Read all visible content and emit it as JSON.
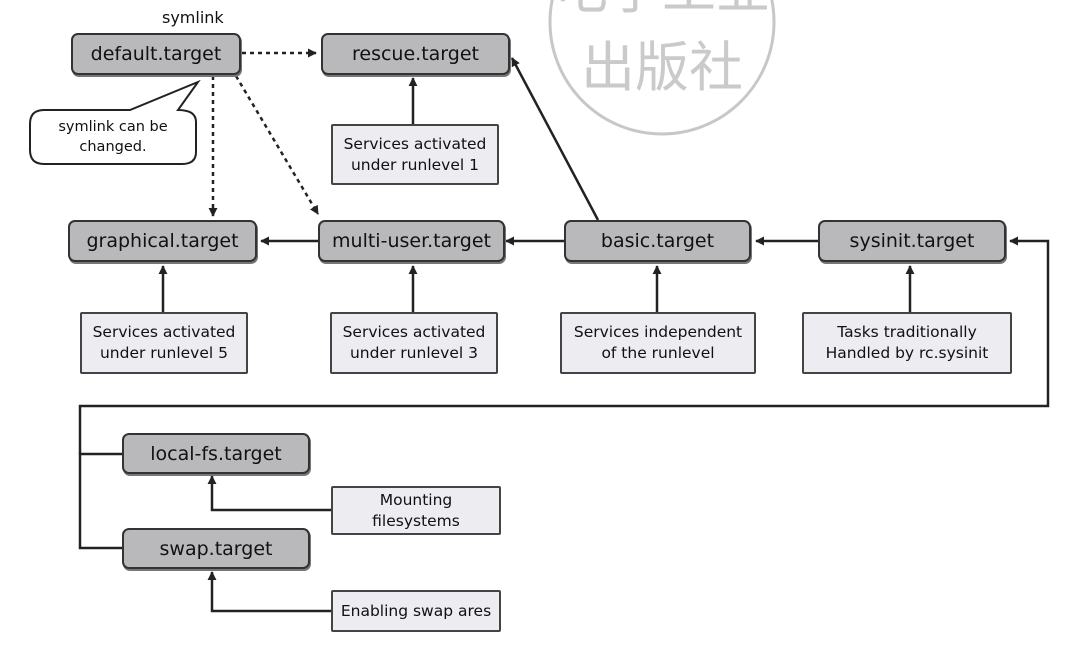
{
  "symlink_label": "symlink",
  "callout": "symlink can be\nchanged.",
  "watermark": "电子工业\n出版社",
  "targets": {
    "default": "default.target",
    "rescue": "rescue.target",
    "graphical": "graphical.target",
    "multi_user": "multi-user.target",
    "basic": "basic.target",
    "sysinit": "sysinit.target",
    "local_fs": "local-fs.target",
    "swap": "swap.target"
  },
  "descriptions": {
    "rescue": "Services activated\nunder runlevel 1",
    "graphical": "Services activated\nunder runlevel 5",
    "multi_user": "Services activated\nunder runlevel 3",
    "basic": "Services independent\nof the runlevel",
    "sysinit": "Tasks traditionally\nHandled by rc.sysinit",
    "local_fs": "Mounting\nfilesystems",
    "swap": "Enabling swap ares"
  },
  "colors": {
    "target_fill": "#b9b9bb",
    "description_fill": "#ececf1",
    "line": "#222222"
  }
}
